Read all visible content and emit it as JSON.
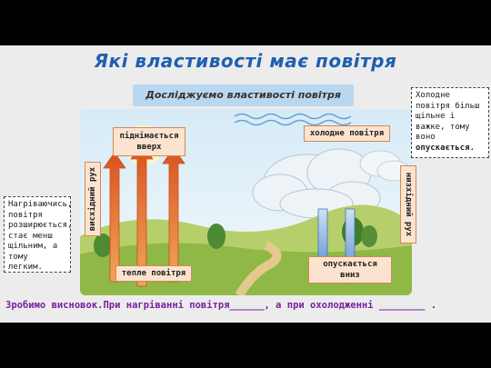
{
  "title": "Які властивості має повітря",
  "subtitle": "Досліджуємо властивості повітря",
  "diagram": {
    "rises_up": "піднімається вверх",
    "warm_air": "тепле повітря",
    "cold_air": "холодне повітря",
    "sinks_down": "опускається вниз",
    "ascending_motion": "висхідний рух",
    "descending_motion": "низхідний рух"
  },
  "notes": {
    "left": "Нагріваючись, повітря розширюється, стає менш щільним, а тому легким.",
    "right_text": "Холодне повітря більш щільне і важке, тому воно",
    "right_bold": "опускається."
  },
  "conclusion": "Зробимо висновок.При нагріванні повітря______, а при охолодженні ________ .",
  "colors": {
    "title": "#1f5fb0",
    "subtitle_bg": "#b9d7ef",
    "label_bg": "#fce3cf",
    "warm_arrow": "#e8742a",
    "cold_arrow": "#5b8fd6",
    "conclusion": "#7a1fa0"
  }
}
